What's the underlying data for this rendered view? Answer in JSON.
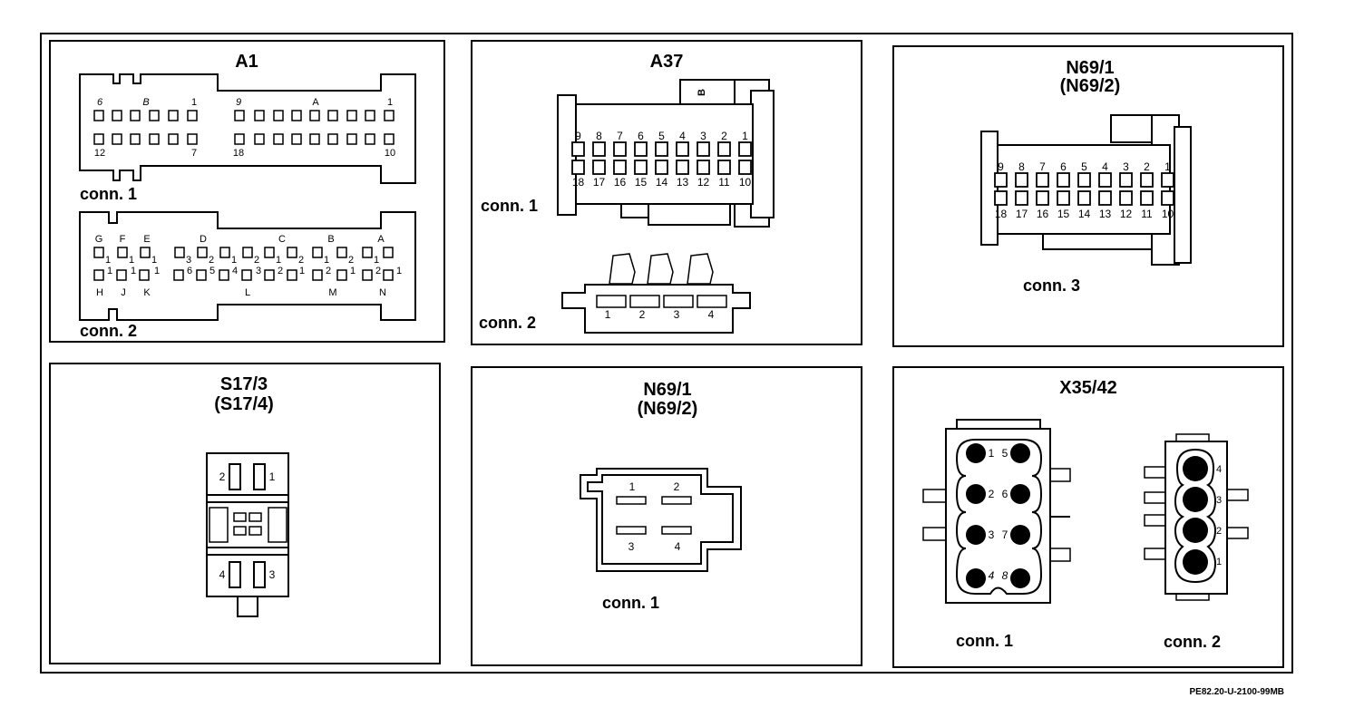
{
  "panels": [
    {
      "title": "A1",
      "connectors": [
        {
          "label": "conn. 1",
          "pins_top": [
            "6",
            "B",
            "1",
            "9",
            "A",
            "1"
          ],
          "pins_bottom": [
            "12",
            "7",
            "18",
            "10"
          ]
        },
        {
          "label": "conn. 2",
          "letters_top": [
            "G",
            "F",
            "E",
            "D",
            "C",
            "B",
            "A"
          ],
          "letters_bottom": [
            "H",
            "J",
            "K",
            "L",
            "M",
            "N"
          ],
          "row1_subs": [
            "1",
            "1",
            "1",
            "3",
            "2",
            "1",
            "2",
            "1",
            "2",
            "1",
            "2",
            "1"
          ],
          "row2_subs": [
            "1",
            "1",
            "1",
            "6",
            "5",
            "4",
            "3",
            "2",
            "1",
            "2",
            "1",
            "2",
            "1"
          ]
        }
      ]
    },
    {
      "title": "A37",
      "connectors": [
        {
          "label": "conn. 1",
          "key": "B",
          "pins_top": [
            "9",
            "8",
            "7",
            "6",
            "5",
            "4",
            "3",
            "2",
            "1"
          ],
          "pins_bottom": [
            "18",
            "17",
            "16",
            "15",
            "14",
            "13",
            "12",
            "11",
            "10"
          ]
        },
        {
          "label": "conn. 2",
          "pins": [
            "1",
            "2",
            "3",
            "4"
          ]
        }
      ]
    },
    {
      "title": "N69/1",
      "subtitle": "(N69/2)",
      "connectors": [
        {
          "label": "conn. 3",
          "pins_top": [
            "9",
            "8",
            "7",
            "6",
            "5",
            "4",
            "3",
            "2",
            "1"
          ],
          "pins_bottom": [
            "18",
            "17",
            "16",
            "15",
            "14",
            "13",
            "12",
            "11",
            "10"
          ]
        }
      ]
    },
    {
      "title": "S17/3",
      "subtitle": "(S17/4)",
      "connectors": [
        {
          "pins": [
            "2",
            "1",
            "4",
            "3"
          ]
        }
      ]
    },
    {
      "title": "N69/1",
      "subtitle": "(N69/2)",
      "connectors": [
        {
          "label": "conn. 1",
          "pins": [
            "1",
            "2",
            "3",
            "4"
          ]
        }
      ]
    },
    {
      "title": "X35/42",
      "connectors": [
        {
          "label": "conn. 1",
          "pins": [
            "1",
            "5",
            "2",
            "6",
            "3",
            "7",
            "4",
            "8"
          ]
        },
        {
          "label": "conn. 2",
          "pins": [
            "4",
            "3",
            "2",
            "1"
          ]
        }
      ]
    }
  ],
  "reference": "PE82.20-U-2100-99MB"
}
